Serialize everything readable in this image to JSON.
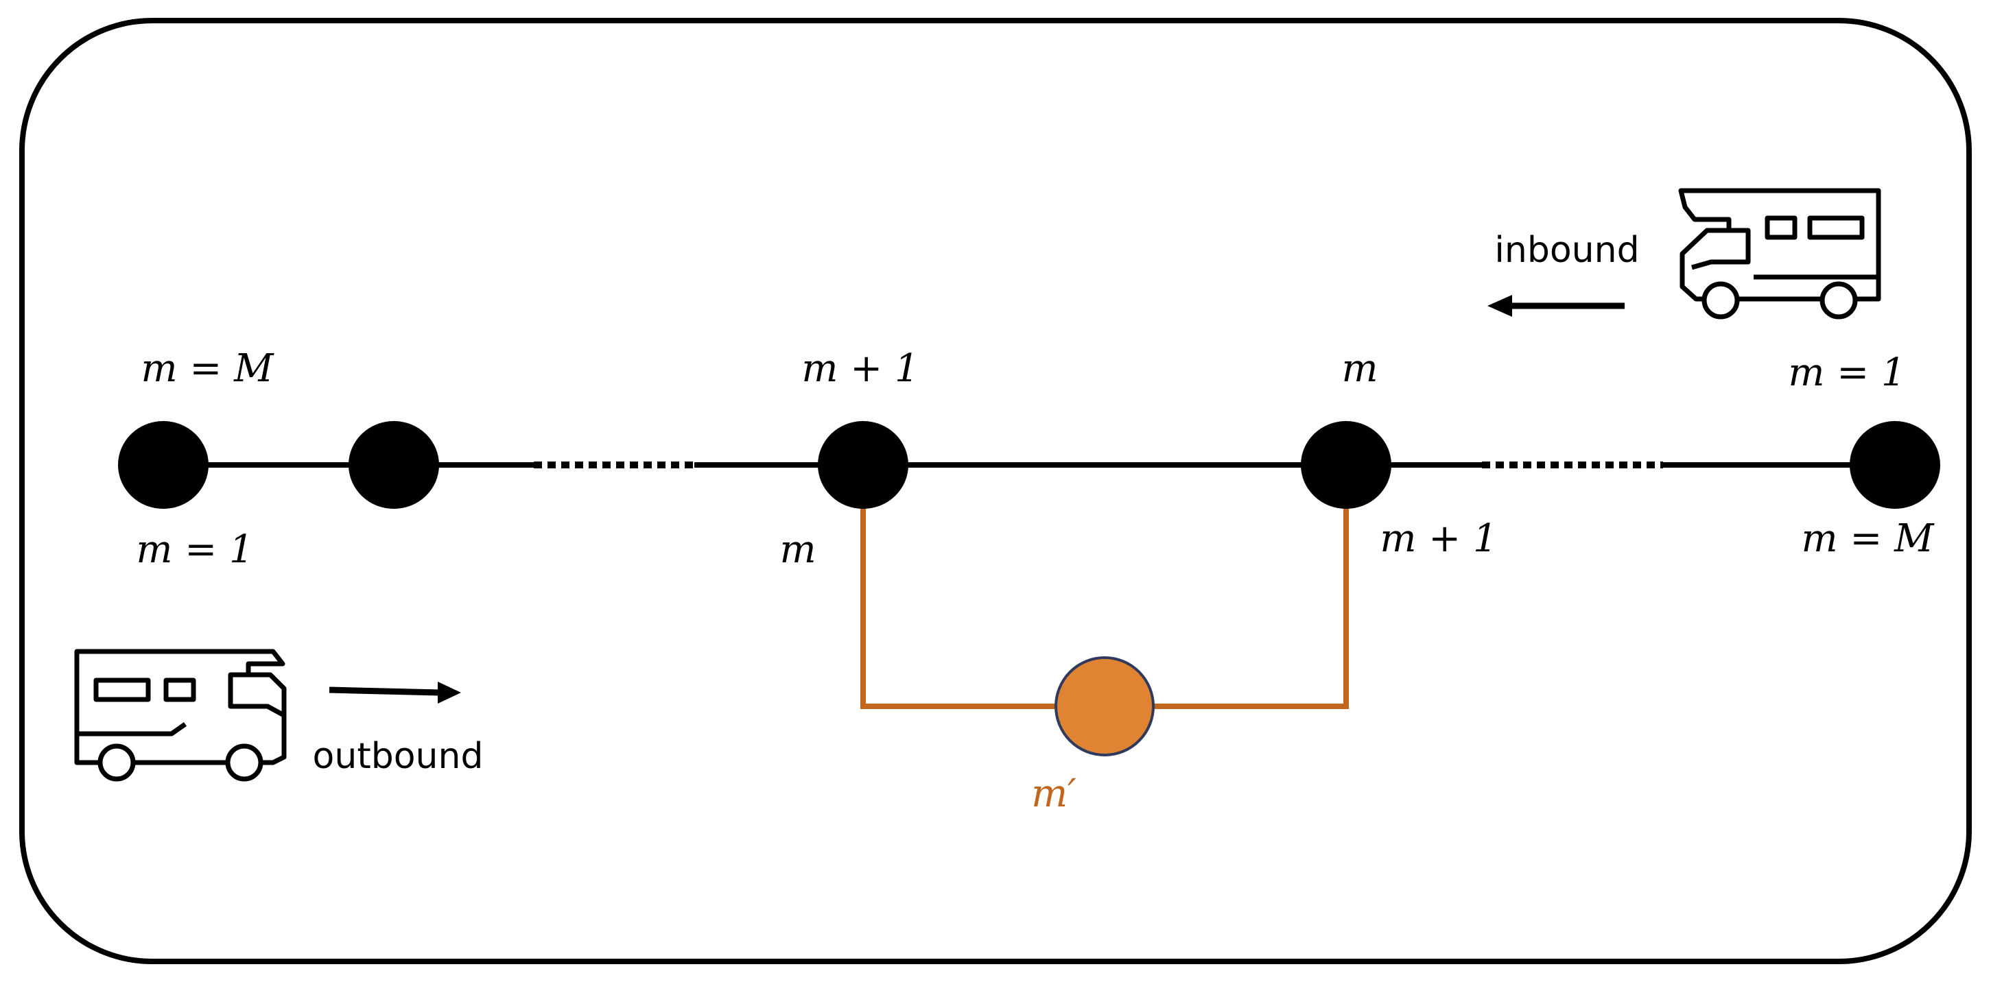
{
  "labels": {
    "top_left": "m = M",
    "top_mid_left": "m + 1",
    "top_mid_right": "m",
    "top_right": "m = 1",
    "bottom_left": "m = 1",
    "bottom_mid_left": "m",
    "bottom_mid_right": "m + 1",
    "bottom_right": "m = M",
    "detour_node": "m′"
  },
  "directions": {
    "inbound": "inbound",
    "outbound": "outbound"
  },
  "icons": {
    "inbound_vehicle": "camper-van-icon",
    "outbound_vehicle": "camper-van-icon",
    "inbound_arrow": "arrow-left-icon",
    "outbound_arrow": "arrow-right-icon"
  },
  "colors": {
    "node": "#000000",
    "route": "#000000",
    "detour": "#C0661F",
    "detour_node_fill": "#E08434",
    "detour_node_stroke": "#2F3A5E",
    "frame": "#000000"
  }
}
